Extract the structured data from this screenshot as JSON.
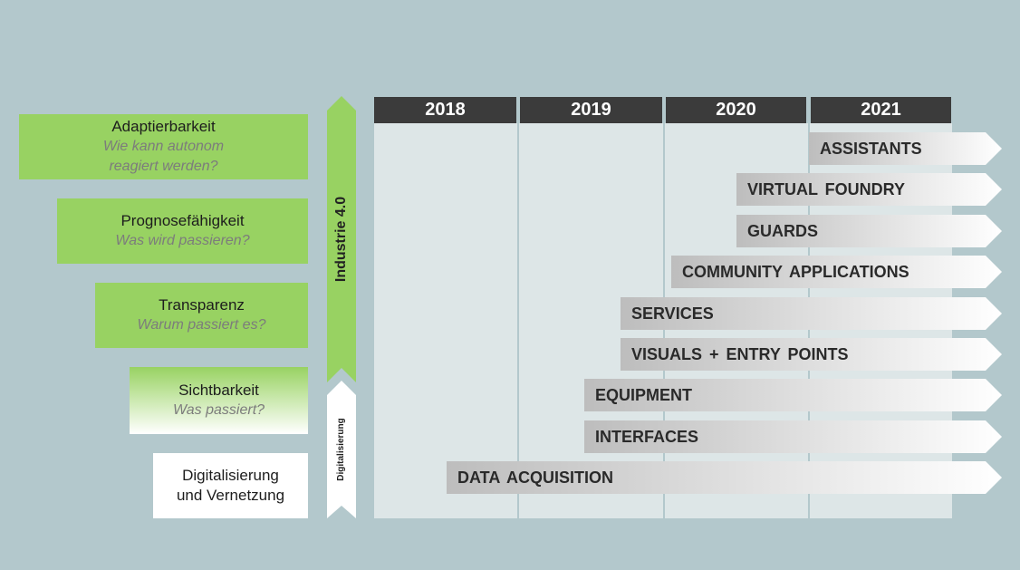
{
  "stairs": [
    {
      "title": "Adaptierbarkeit",
      "subtitle": "Wie kann autonom\nreagiert werden?"
    },
    {
      "title": "Prognosefähigkeit",
      "subtitle": "Was wird passieren?"
    },
    {
      "title": "Transparenz",
      "subtitle": "Warum passiert es?"
    },
    {
      "title": "Sichtbarkeit",
      "subtitle": "Was passiert?"
    },
    {
      "title": "Digitalisierung\nund Vernetzung",
      "subtitle": ""
    }
  ],
  "arrows": {
    "industrie": "Industrie 4.0",
    "digital": "Digitalisierung"
  },
  "years": [
    "2018",
    "2019",
    "2020",
    "2021"
  ],
  "bars": [
    {
      "label": "ASSISTANTS",
      "start_year": 2021.0
    },
    {
      "label": "VIRTUAL FOUNDRY",
      "start_year": 2020.5
    },
    {
      "label": "GUARDS",
      "start_year": 2020.5
    },
    {
      "label": "COMMUNITY APPLICATIONS",
      "start_year": 2020.05
    },
    {
      "label": "SERVICES",
      "start_year": 2019.7
    },
    {
      "label": "VISUALS + ENTRY POINTS",
      "start_year": 2019.7
    },
    {
      "label": "EQUIPMENT",
      "start_year": 2019.45
    },
    {
      "label": "INTERFACES",
      "start_year": 2019.45
    },
    {
      "label": "DATA ACQUISITION",
      "start_year": 2018.5
    }
  ],
  "colors": {
    "background": "#b3c8cc",
    "green": "#98d262",
    "year_header": "#3b3b3b",
    "timeline": "#dde6e7",
    "bar_start": "#bdbdbd",
    "bar_end": "#ffffff"
  }
}
